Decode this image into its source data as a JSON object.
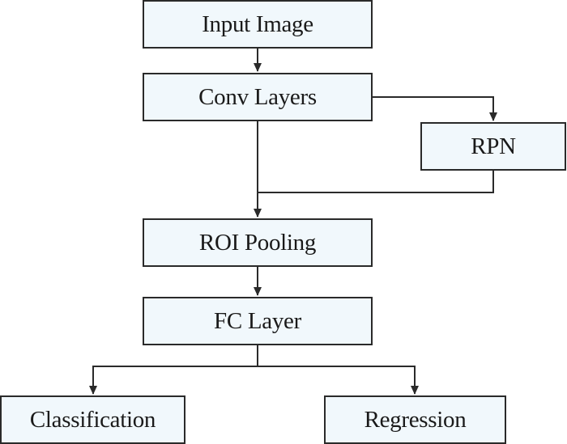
{
  "diagram": {
    "nodes": {
      "input_image": "Input Image",
      "conv_layers": "Conv Layers",
      "rpn": "RPN",
      "roi_pooling": "ROI Pooling",
      "fc_layer": "FC Layer",
      "classification": "Classification",
      "regression": "Regression"
    },
    "edges": [
      {
        "from": "input_image",
        "to": "conv_layers"
      },
      {
        "from": "conv_layers",
        "to": "rpn"
      },
      {
        "from": "conv_layers",
        "to": "roi_pooling"
      },
      {
        "from": "rpn",
        "to": "roi_pooling"
      },
      {
        "from": "roi_pooling",
        "to": "fc_layer"
      },
      {
        "from": "fc_layer",
        "to": "classification"
      },
      {
        "from": "fc_layer",
        "to": "regression"
      }
    ],
    "colors": {
      "node_fill": "#f1f8fc",
      "stroke": "#2a2a2a",
      "text": "#1a1a1a"
    }
  }
}
